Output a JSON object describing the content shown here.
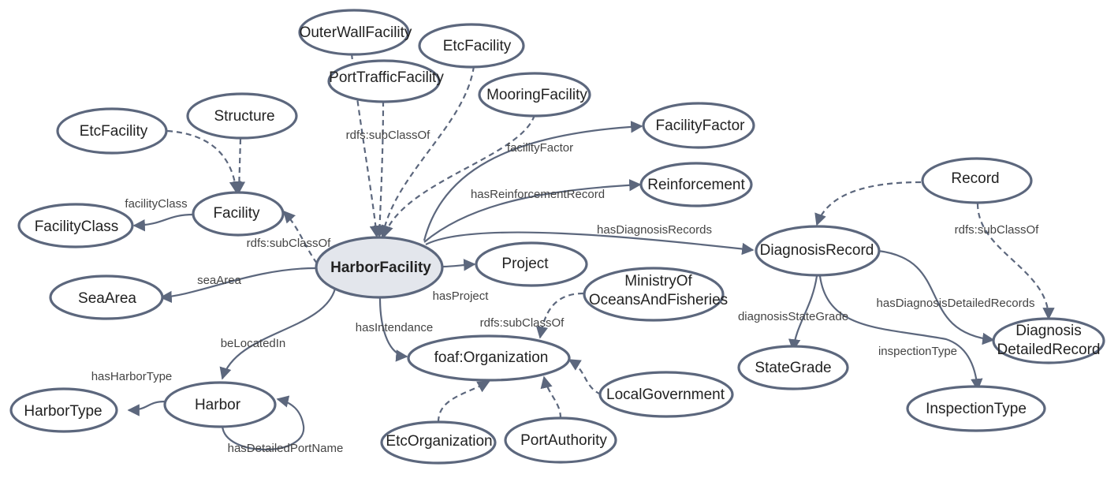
{
  "nodes": {
    "harbor_facility": "HarborFacility",
    "outer_wall_facility": "OuterWallFacility",
    "etc_facility_top": "EtcFacility",
    "port_traffic_facility": "PortTrafficFacility",
    "mooring_facility": "MooringFacility",
    "structure": "Structure",
    "etc_facility_left": "EtcFacility",
    "facility": "Facility",
    "facility_class": "FacilityClass",
    "sea_area": "SeaArea",
    "harbor": "Harbor",
    "harbor_type": "HarborType",
    "facility_factor": "FacilityFactor",
    "reinforcement": "Reinforcement",
    "project": "Project",
    "ministry_line1": "MinistryOf",
    "ministry_line2": "OceansAndFisheries",
    "foaf_organization": "foaf:Organization",
    "local_government": "LocalGovernment",
    "etc_organization": "EtcOrganization",
    "port_authority": "PortAuthority",
    "record": "Record",
    "diagnosis_record": "DiagnosisRecord",
    "state_grade": "StateGrade",
    "inspection_type": "InspectionType",
    "diagnosis_detailed_line1": "Diagnosis",
    "diagnosis_detailed_line2": "DetailedRecord"
  },
  "edge_labels": {
    "rdfs_subclass_top": "rdfs:subClassOf",
    "facility_factor": "facilityFactor",
    "has_reinforcement_record": "hasReinforcementRecord",
    "has_diagnosis_records": "hasDiagnosisRecords",
    "facility_class": "facilityClass",
    "rdfs_subclass_facility": "rdfs:subClassOf",
    "sea_area": "seaArea",
    "has_project": "hasProject",
    "has_intendance": "hasIntendance",
    "be_located_in": "beLocatedIn",
    "has_harbor_type": "hasHarborType",
    "has_detailed_port_name": "hasDetailedPortName",
    "rdfs_subclass_org": "rdfs:subClassOf",
    "rdfs_subclass_record": "rdfs:subClassOf",
    "has_diagnosis_detailed_records": "hasDiagnosisDetailedRecords",
    "diagnosis_state_grade": "diagnosisStateGrade",
    "inspection_type": "inspectionType"
  },
  "colors": {
    "stroke": "#5c677d",
    "center_fill": "#e3e6ec",
    "node_fill": "#ffffff"
  }
}
